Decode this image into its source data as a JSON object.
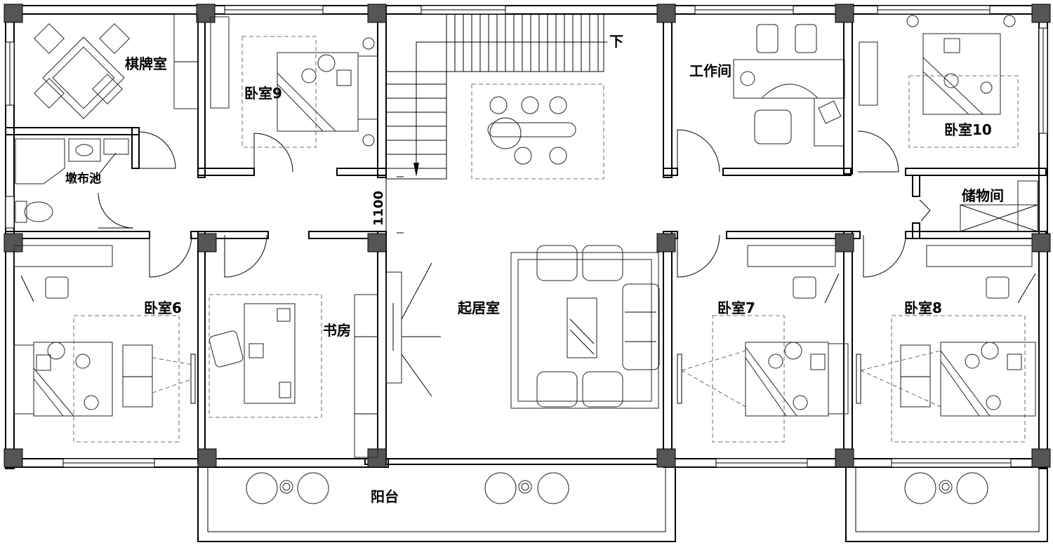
{
  "rooms": {
    "chess_room": "棋牌室",
    "bedroom9": "卧室9",
    "study": "工作间",
    "bedroom10": "卧室10",
    "mop_sink": "墩布池",
    "storage": "储物间",
    "bedroom6": "卧室6",
    "library": "书房",
    "living_room": "起居室",
    "bedroom7": "卧室7",
    "bedroom8": "卧室8",
    "balcony": "阳台"
  },
  "stair_label": "下",
  "dimension": "1100"
}
